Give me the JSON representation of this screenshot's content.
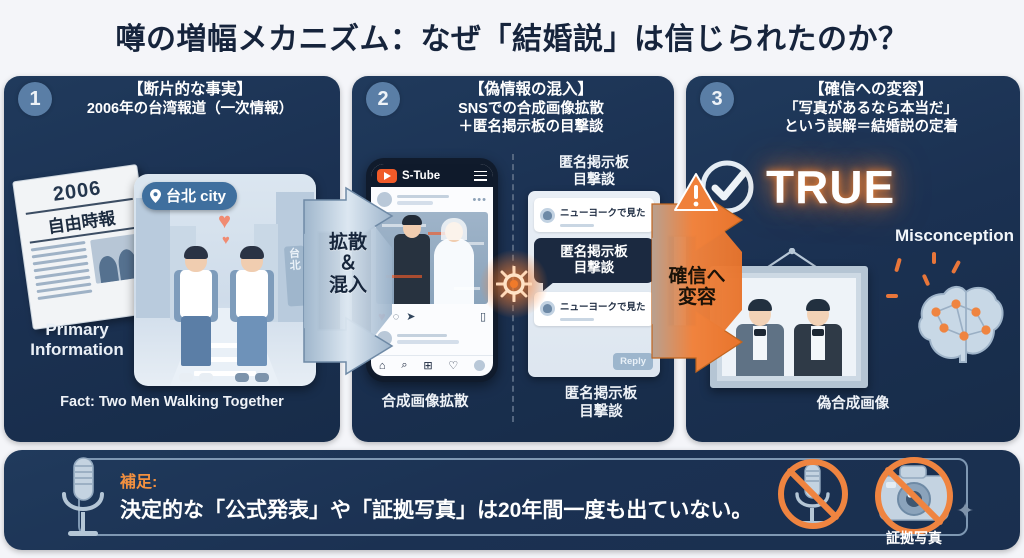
{
  "title": "噂の増幅メカニズム：なぜ「結婚説」は信じられたのか？",
  "columns": [
    {
      "step": "1",
      "head_l1": "【断片的な事実】",
      "head_l2": "2006年の台湾報道（一次情報）",
      "head_l3": "",
      "newspaper": {
        "year": "2006",
        "name": "自由時報"
      },
      "primary_label": "Primary\nInformation",
      "location_chip": "台北 city",
      "street_sign": "台北",
      "caption": "Fact: Two Men Walking Together"
    },
    {
      "step": "2",
      "head_l1": "【偽情報の混入】",
      "head_l2": "SNSでの合成画像拡散",
      "head_l3": "＋匿名掲示板の目撃談",
      "phone_app": "S-Tube",
      "board_title_l1": "匿名掲示板",
      "board_title_l2": "目撃談",
      "post_text_1": "ニューヨークで見た",
      "bubble_l1": "匿名掲示板",
      "bubble_l2": "目撃談",
      "post_text_2": "ニューヨークで見た",
      "reply_label": "Reply",
      "caption_left": "合成画像拡散",
      "caption_right_l1": "匿名掲示板",
      "caption_right_l2": "目撃談"
    },
    {
      "step": "3",
      "head_l1": "【確信への変容】",
      "head_l2": "「写真があるなら本当だ」",
      "head_l3": "という誤解＝結婚説の定着",
      "true_text": "TRUE",
      "misconception": "Misconception",
      "caption": "偽合成画像"
    }
  ],
  "arrows": [
    {
      "label_l1": "拡散",
      "label_l2": "＆",
      "label_l3": "混入",
      "color": "#c6d6e4"
    },
    {
      "label_l1": "確信へ",
      "label_l2": "変容",
      "color": "#f0803a"
    }
  ],
  "footer": {
    "label": "補足:",
    "text": "決定的な「公式発表」や「証拠写真」は20年間一度も出ていない。",
    "evidence_caption": "証拠写真"
  },
  "icons": {
    "location_pin": "location-pin-icon",
    "play": "play-icon",
    "hamburger": "hamburger-menu-icon",
    "heart": "heart-icon",
    "comment": "comment-icon",
    "share": "share-icon",
    "bookmark": "bookmark-icon",
    "home": "home-icon",
    "search": "search-icon",
    "add": "add-icon",
    "warning": "warning-triangle-icon",
    "check_circle": "check-circle-icon",
    "brain": "brain-network-icon",
    "microphone": "microphone-icon",
    "camera": "camera-icon",
    "prohibited": "prohibited-icon",
    "virus": "virus-spread-icon",
    "sparkle": "sparkle-icon"
  },
  "colors": {
    "page_bg": "#f4f5f9",
    "panel_bg": "#1b3152",
    "accent_orange": "#f0803a",
    "title": "#16243c",
    "badge": "#5a7ea6"
  }
}
